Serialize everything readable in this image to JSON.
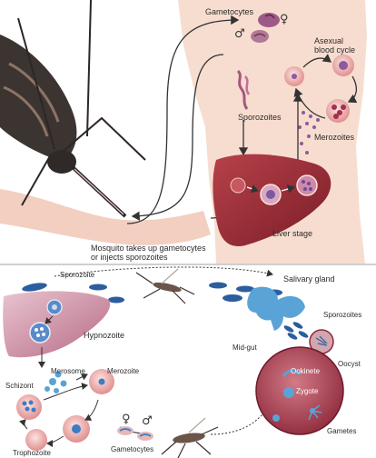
{
  "top_panel": {
    "labels": {
      "gametocytes": "Gametocytes",
      "asexual_cycle": "Asexual\nblood cycle",
      "sporozoites": "Sporozoites",
      "merozoites": "Merozoites",
      "liver_stage": "Liver stage",
      "mosquito_caption": "Mosquito takes up gametocytes\nor injects sporozoites"
    },
    "symbols": {
      "female": "♀",
      "male": "♂"
    }
  },
  "bottom_panel": {
    "labels": {
      "sporozoite": "Sporozoite",
      "salivary_gland": "Salivary gland",
      "sporozoites": "Sporozoites",
      "hypnozoite": "Hypnozoite",
      "mid_gut": "Mid-gut",
      "oocyst": "Oocyst",
      "ookinete": "Ookinete",
      "zygote": "Zygote",
      "merosome": "Merosome",
      "merozoite": "Merozoite",
      "schizont": "Schizont",
      "gametes": "Gametes",
      "trophozoite": "Trophozoite",
      "gametocytes": "Gametocytes"
    },
    "symbols": {
      "female": "♀",
      "male": "♂"
    }
  },
  "colors": {
    "skin": "#f7ddd0",
    "liver": "#a8323a",
    "liver_dark": "#7c1f28",
    "rbc": "#e39a9a",
    "rbc_light": "#f1c4c3",
    "parasite_purple": "#8d5a9c",
    "parasite_blue": "#2f6fb3",
    "gland_blue": "#5aa3d6",
    "arrow": "#333333"
  }
}
